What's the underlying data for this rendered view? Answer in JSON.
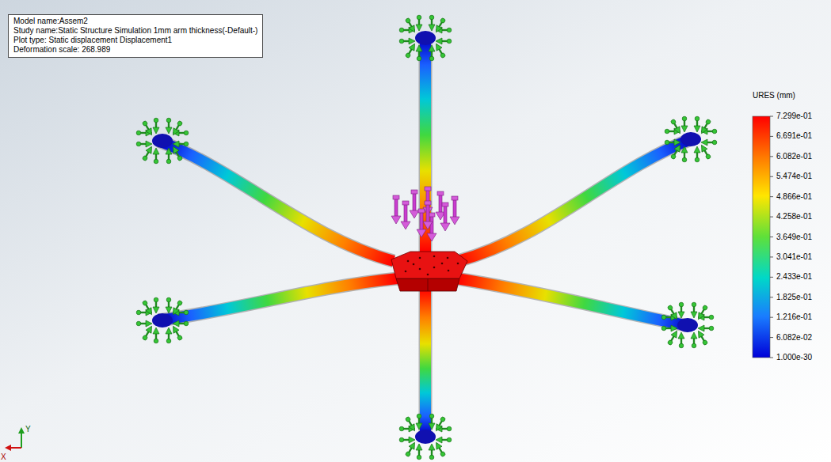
{
  "diagram": {
    "nodes": [
      {
        "text": [
          "Model name:Assem2",
          "Study name:Static Structure Simulation 1mm arm thickness(-Default-)",
          "Plot type: Static displacement Displacement1",
          "Deformation scale: 268.989"
        ]
      }
    ],
    "labels": [
      "URES (mm)",
      "7.299e-01",
      "6.691e-01",
      "6.082e-01",
      "5.474e-01",
      "4.866e-01",
      "4.258e-01",
      "3.649e-01",
      "3.041e-01",
      "2.433e-01",
      "1.825e-01",
      "1.216e-01",
      "6.082e-02",
      "1.000e-30",
      "Y",
      "X"
    ]
  }
}
